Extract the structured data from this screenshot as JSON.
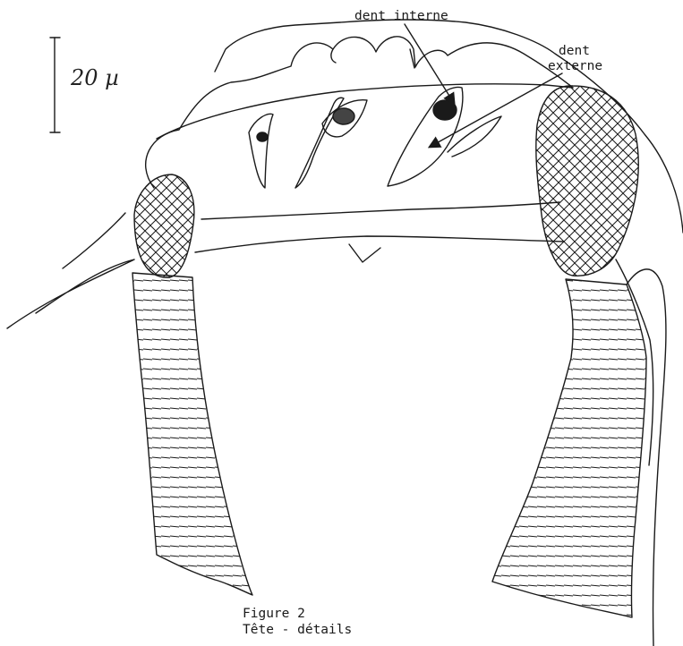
{
  "labels": {
    "dent_interne": "dent interne",
    "dent_externe_line1": "dent",
    "dent_externe_line2": "externe",
    "scale": "20 µ"
  },
  "caption": {
    "line1": "Figure 2",
    "line2": "Tête - détails"
  },
  "colors": {
    "ink": "#1a1a1a",
    "background": "#ffffff"
  }
}
